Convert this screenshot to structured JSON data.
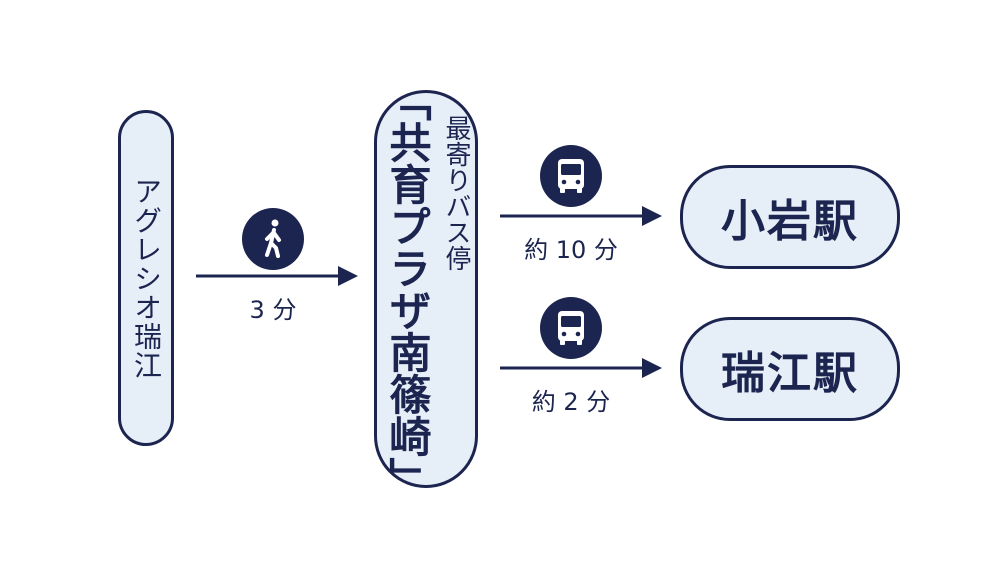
{
  "origin": {
    "label": "アグレシオ瑞江"
  },
  "bus_stop": {
    "caption": "最寄りバス停",
    "name": "「共育プラザ南篠崎」"
  },
  "legs": [
    {
      "mode_icon": "walking-person-icon",
      "time": "3 分"
    },
    {
      "mode_icon": "bus-icon",
      "time": "約 10 分"
    },
    {
      "mode_icon": "bus-icon",
      "time": "約 2 分"
    }
  ],
  "destinations": [
    {
      "label": "小岩駅"
    },
    {
      "label": "瑞江駅"
    }
  ],
  "colors": {
    "navy": "#1c2550",
    "pill_fill": "#e6eef8"
  }
}
